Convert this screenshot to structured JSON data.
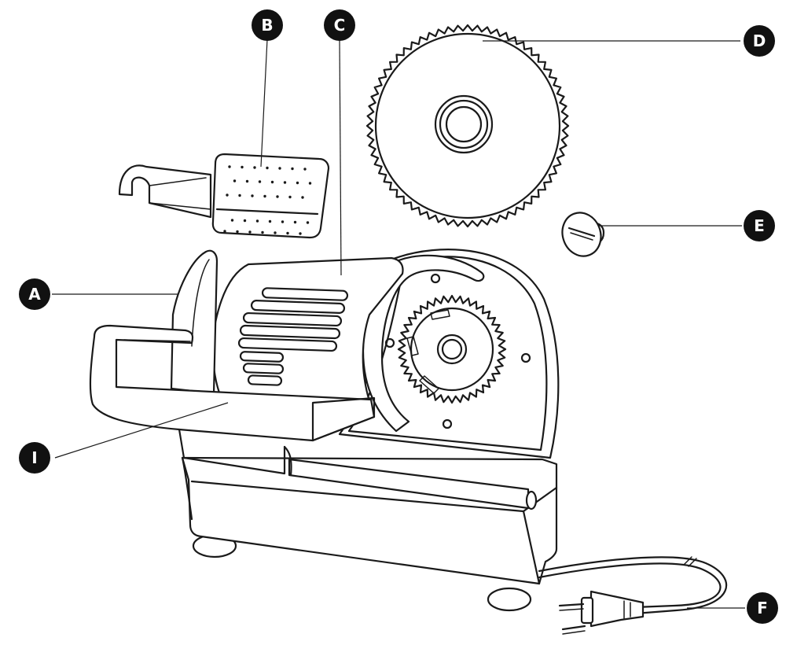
{
  "callouts": [
    {
      "id": "A",
      "label": "A"
    },
    {
      "id": "B",
      "label": "B"
    },
    {
      "id": "C",
      "label": "C"
    },
    {
      "id": "D",
      "label": "D"
    },
    {
      "id": "E",
      "label": "E"
    },
    {
      "id": "F",
      "label": "F"
    },
    {
      "id": "I",
      "label": "I"
    }
  ],
  "colors": {
    "ink": "#1a1a1a",
    "badge": "#111111",
    "background": "#ffffff"
  }
}
